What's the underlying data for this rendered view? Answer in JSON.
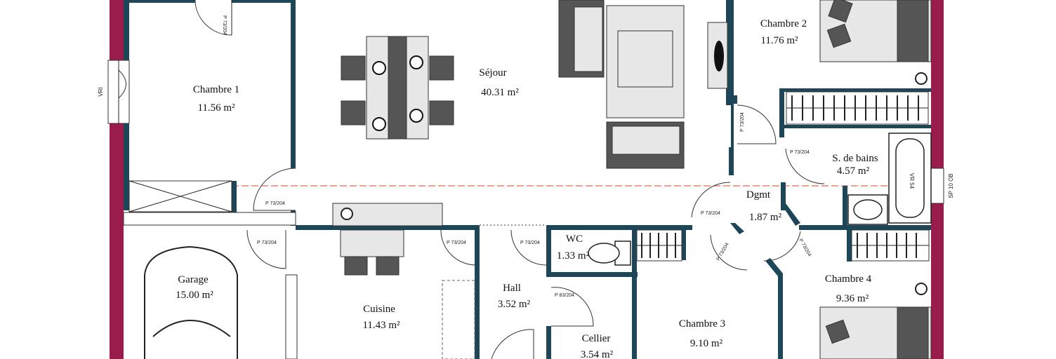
{
  "rooms": {
    "chambre1": {
      "name": "Chambre 1",
      "area": "11.56 m²"
    },
    "sejour": {
      "name": "Séjour",
      "area": "40.31 m²"
    },
    "chambre2": {
      "name": "Chambre 2",
      "area": "11.76 m²"
    },
    "sdb": {
      "name": "S. de bains",
      "area": "4.57 m²"
    },
    "dgmt": {
      "name": "Dgmt",
      "area": "1.87 m²"
    },
    "garage": {
      "name": "Garage",
      "area": "15.00 m²"
    },
    "cuisine": {
      "name": "Cuisine",
      "area": "11.43 m²"
    },
    "hall": {
      "name": "Hall",
      "area": "3.52 m²"
    },
    "wc": {
      "name": "WC",
      "area": "1.33 m²"
    },
    "cellier": {
      "name": "Cellier",
      "area": "3.54 m²"
    },
    "chambre3": {
      "name": "Chambre 3",
      "area": "9.10 m²"
    },
    "chambre4": {
      "name": "Chambre 4",
      "area": "9.36 m²"
    }
  },
  "doors": {
    "d1": "P 73/204",
    "d2": "P 73/204",
    "d3": "P 73/204",
    "d4": "P 73/204",
    "d5": "P 73/204",
    "d6": "P 73/204",
    "d7": "P 73/204",
    "d8": "P 73/204",
    "d9": "P 73/204",
    "d10": "P 73/204",
    "d11": "P 83/204"
  },
  "side_labels": {
    "left": "VRI",
    "right": "SP 10 OB",
    "bath": "VR 54"
  },
  "colors": {
    "wall": "#1d4759",
    "exterior_wall": "#9a1c4c",
    "axis_line": "#e06a4a"
  }
}
